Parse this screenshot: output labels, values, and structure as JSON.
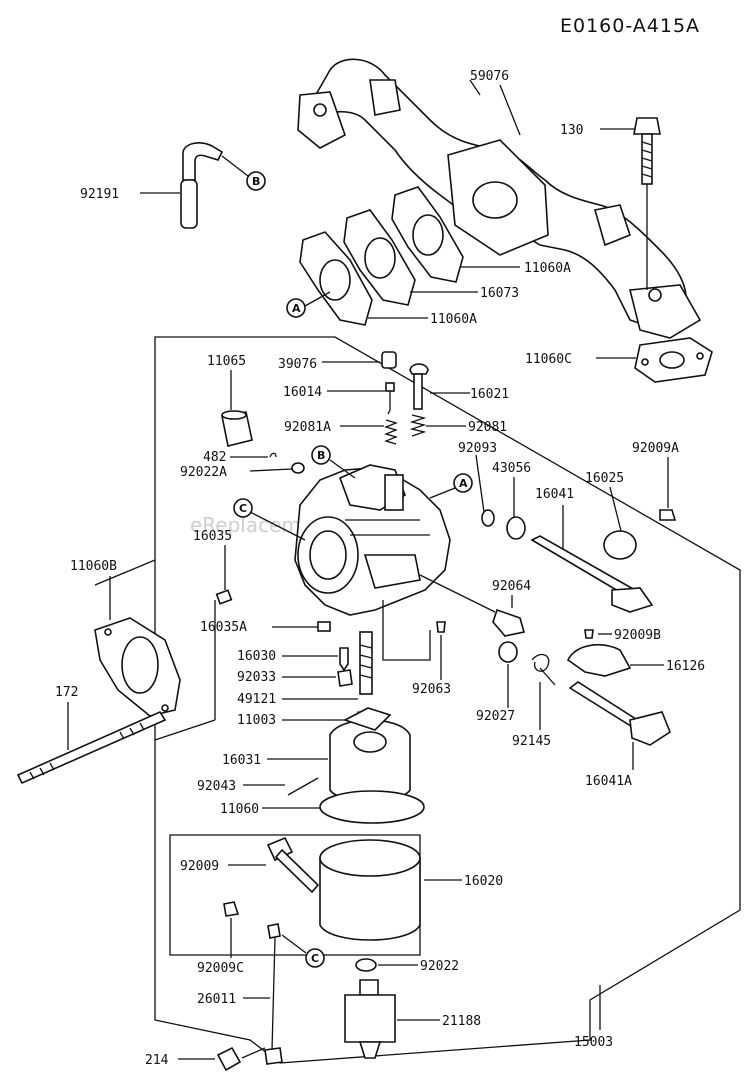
{
  "diagram_code": "E0160-A415A",
  "watermark": "eReplacementParts.com",
  "ref_markers": {
    "a": "A",
    "b": "B",
    "c": "C"
  },
  "labels": {
    "p59076": "59076",
    "p130": "130",
    "p92191": "92191",
    "p11060a_1": "11060A",
    "p16073": "16073",
    "p11060a_2": "11060A",
    "p11060c": "11060C",
    "p11065": "11065",
    "p39076": "39076",
    "p16014": "16014",
    "p16021": "16021",
    "p92081a": "92081A",
    "p92081": "92081",
    "p482": "482",
    "p92093": "92093",
    "p92009a": "92009A",
    "p92022a": "92022A",
    "p43056": "43056",
    "p16025": "16025",
    "p16041": "16041",
    "p16035": "16035",
    "p11060b": "11060B",
    "p92064": "92064",
    "p16035a": "16035A",
    "p92009b": "92009B",
    "p16030": "16030",
    "p16126": "16126",
    "p92033": "92033",
    "p49121": "49121",
    "p92063": "92063",
    "p172": "172",
    "p11003": "11003",
    "p92027": "92027",
    "p92145": "92145",
    "p16031": "16031",
    "p16041a": "16041A",
    "p92043": "92043",
    "p11060": "11060",
    "p92009": "92009",
    "p16020": "16020",
    "p92009c": "92009C",
    "p92022": "92022",
    "p26011": "26011",
    "p21188": "21188",
    "p15003": "15003",
    "p214": "214"
  }
}
